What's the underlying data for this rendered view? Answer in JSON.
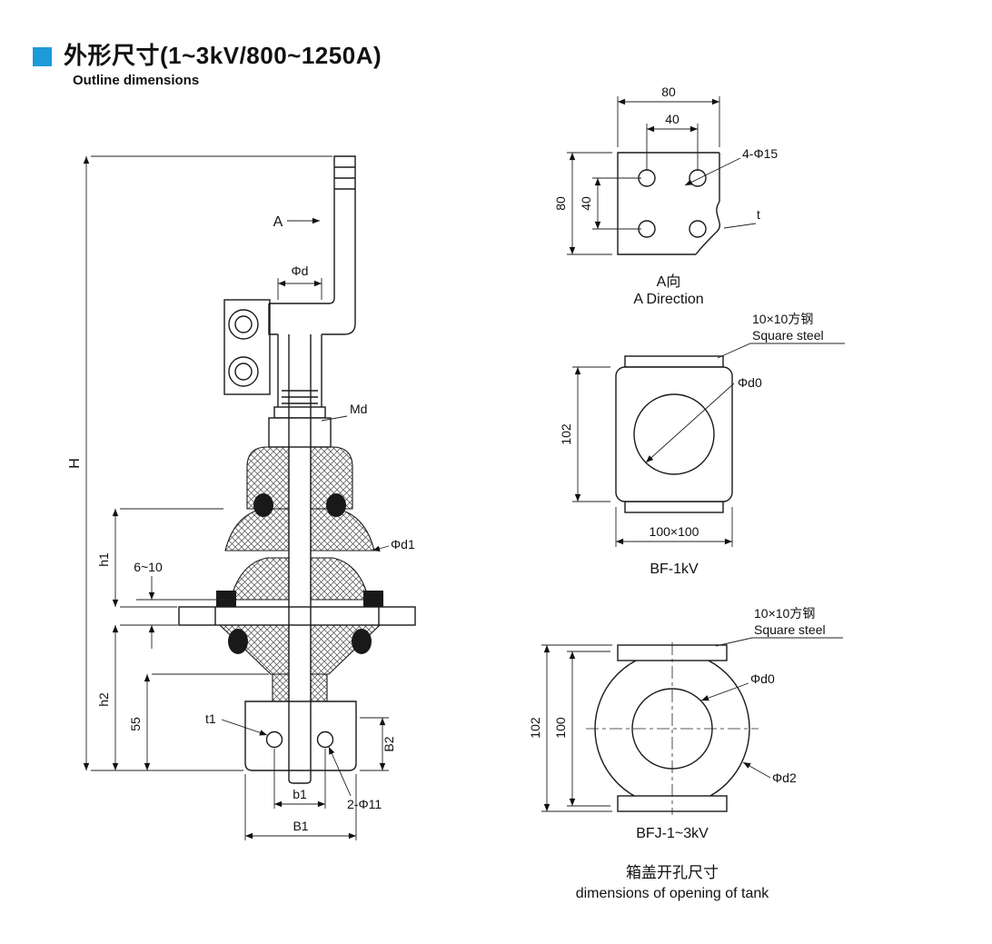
{
  "title": {
    "cn": "外形尺寸(1~3kV/800~1250A)",
    "en": "Outline dimensions"
  },
  "accent_color": "#1d9bd8",
  "main_view": {
    "dim_H": "H",
    "dim_h1": "h1",
    "dim_h2": "h2",
    "dim_gap": "6~10",
    "dim_55": "55",
    "label_A": "A",
    "dim_phid": "Φd",
    "label_Md": "Md",
    "dim_phid1": "Φd1",
    "label_t1": "t1",
    "dim_B2": "B2",
    "dim_b1": "b1",
    "dim_B1": "B1",
    "label_holes": "2-Φ11"
  },
  "a_view": {
    "dim_w80": "80",
    "dim_w40": "40",
    "dim_h80": "80",
    "dim_h40": "40",
    "label_holes": "4-Φ15",
    "label_t": "t",
    "caption_cn": "A向",
    "caption_en": "A  Direction"
  },
  "bf_view": {
    "steel_cn": "10×10方钢",
    "steel_en": "Square steel",
    "label_phid0": "Φd0",
    "dim_102": "102",
    "dim_100": "100×100",
    "caption": "BF-1kV"
  },
  "bfj_view": {
    "steel_cn": "10×10方钢",
    "steel_en": "Square steel",
    "label_phid0": "Φd0",
    "label_phid2": "Φd2",
    "dim_102": "102",
    "dim_100": "100",
    "caption": "BFJ-1~3kV",
    "note_cn": "箱盖开孔尺寸",
    "note_en": "dimensions of opening of tank"
  }
}
